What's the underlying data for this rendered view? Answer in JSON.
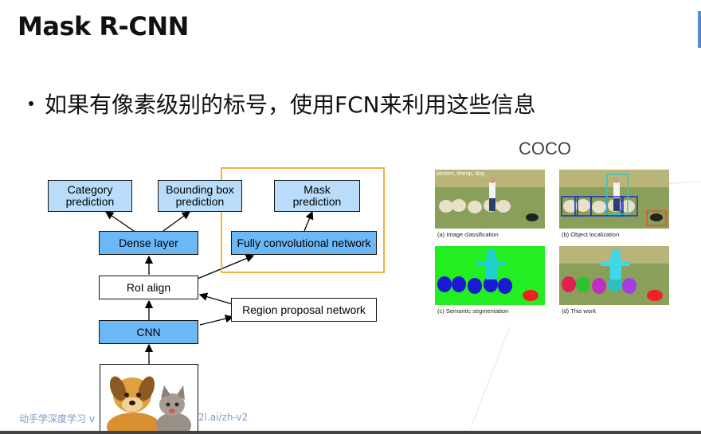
{
  "slide": {
    "title": "Mask R-CNN",
    "bullet": "如果有像素级别的标号，使用FCN来利用这些信息",
    "coco_label": "COCO"
  },
  "diagram": {
    "category": "Category\nprediction",
    "bbox": "Bounding box\nprediction",
    "mask": "Mask\nprediction",
    "dense": "Dense layer",
    "fcn": "Fully convolutional network",
    "roi": "RoI align",
    "rpn": "Region proposal network",
    "cnn": "CNN"
  },
  "panels": {
    "a_tag": "person, sheep, dog",
    "a_caption": "(a) Image classification",
    "b_caption": "(b) Object localization",
    "c_caption": "(c) Semantic segmentation",
    "d_caption": "(d) This work"
  },
  "footer": {
    "left": "动手学深度学习 v",
    "right": "2l.ai/zh-v2"
  },
  "colors": {
    "blue_box": "#6cb8f7",
    "light_blue_box": "#b8dcfa",
    "highlight": "#f5b041",
    "footer_text": "#7a9cc6"
  }
}
